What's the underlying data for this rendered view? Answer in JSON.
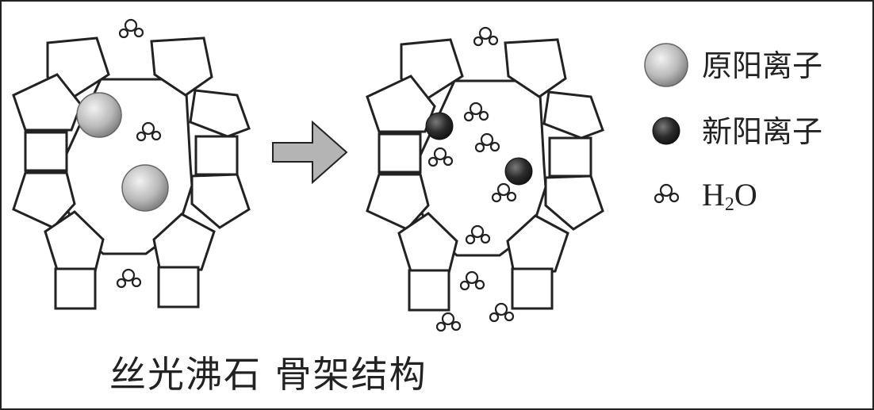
{
  "legend": {
    "original_cation": "原阳离子",
    "new_cation": "新阳离子",
    "water_symbol": "H",
    "water_subscript": "2",
    "water_suffix": "O"
  },
  "caption": {
    "text": "丝光沸石 骨架结构"
  },
  "colors": {
    "line": "#222222",
    "original_cation_fill": "#b9b9b9",
    "new_cation_fill": "#2b2b2b",
    "arrow_fill": "#b4b4b4"
  },
  "icons": {
    "original_cation": "light-sphere-icon",
    "new_cation": "dark-sphere-icon",
    "water": "water-molecule-icon",
    "process": "right-arrow-icon"
  }
}
